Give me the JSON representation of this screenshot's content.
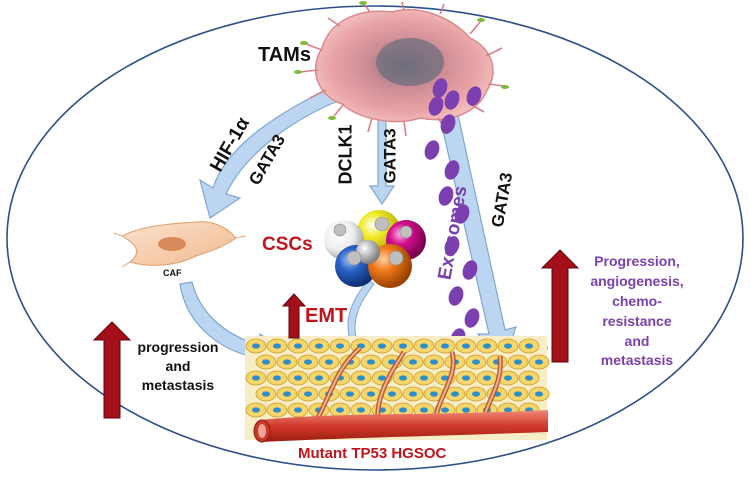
{
  "labels": {
    "tams": "TAMs",
    "hif": "HIF-1α",
    "gata3_caf": "GATA3",
    "dclk1": "DCLK1",
    "gata3_csc": "GATA3",
    "exosomes": "Exosomes",
    "gata3_exo": "GATA3",
    "cscs": "CSCs",
    "caf": "CAF",
    "emt": "EMT",
    "progression_left": [
      "progression",
      "and",
      "metastasis"
    ],
    "progression_right": [
      "Progression,",
      "angiogenesis,",
      "chemo-",
      "resistance",
      "and",
      "metastasis"
    ],
    "tumor": "Mutant TP53 HGSOC"
  },
  "colors": {
    "ellipse_border": "#2f4f8a",
    "arrow_fill": "#bcd6f2",
    "arrow_stroke": "#7ea6d4",
    "exosome": "#7b3fb0",
    "up_arrow": "#a3101a",
    "red_text": "#c0141c",
    "purple_text": "#7b3fb0"
  }
}
